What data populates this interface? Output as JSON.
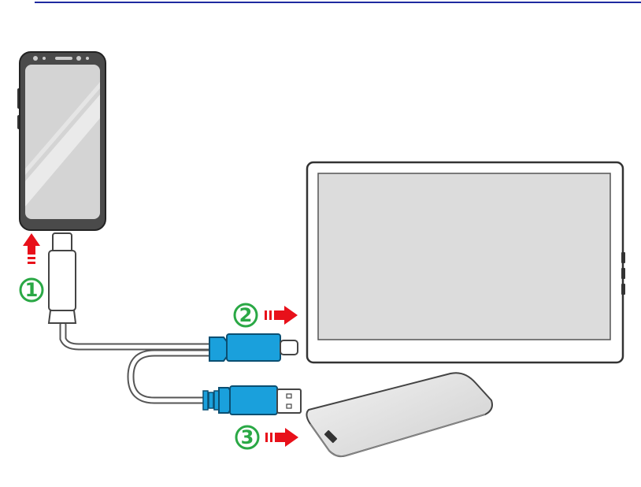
{
  "colors": {
    "top_rule": "#1f2aa0",
    "step_green": "#2aa845",
    "arrow_red": "#e8101a",
    "connector_blue": "#1aa0dc",
    "outline": "#3a3a3a",
    "screen_grey": "#dcdcdc",
    "power_bank_grey": "#e6e6e6"
  },
  "steps": [
    {
      "label": "①",
      "arrow_direction": "up"
    },
    {
      "label": "②",
      "arrow_direction": "right"
    },
    {
      "label": "③",
      "arrow_direction": "right"
    }
  ],
  "devices": {
    "phone": "smartphone-icon",
    "monitor": "portable-monitor-icon",
    "power_bank": "power-bank-icon",
    "cable": "usb-c-splitter-cable-icon"
  }
}
